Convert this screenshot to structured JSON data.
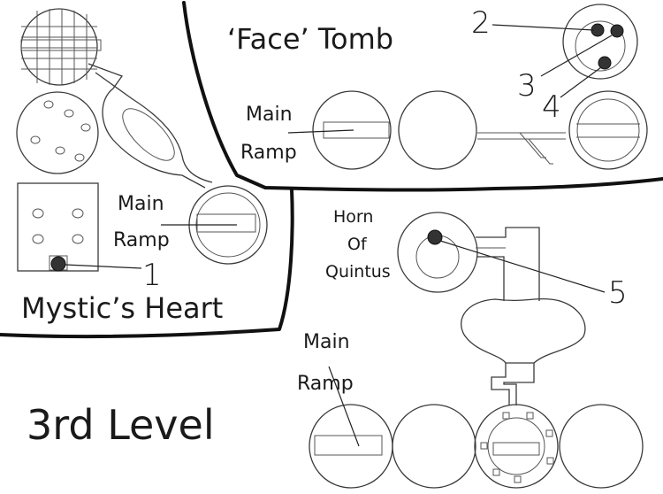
{
  "map": {
    "level_title": "3rd Level",
    "areas": {
      "mystics_heart": "Mystic’s Heart",
      "face_tomb": "‘Face’ Tomb",
      "horn_of_quintus": [
        "Horn",
        "Of",
        "Quintus"
      ]
    },
    "ramp_label": [
      "Main",
      "Ramp"
    ],
    "markers": [
      "1",
      "2",
      "3",
      "4",
      "5"
    ]
  }
}
